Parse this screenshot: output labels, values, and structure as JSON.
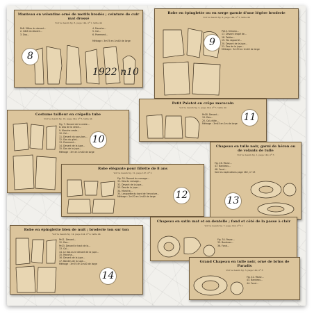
{
  "issue_label": "1922 n10",
  "cards": [
    {
      "number": "8",
      "title": "Manteau en velontine orné de motifs brodés ; ceinture de cuir mat drossé",
      "subtitle": "Voir le dessin fig. 8, page 144, nº 1, taille 44",
      "pieces": [
        "Pe8. Milieu du devant...",
        "2. Côté du devant...",
        "3. Dos...",
        "4. Manche...",
        "5. Col...",
        "6. Parement..."
      ],
      "note": "Métrage : 3m75 en 1m40 de large"
    },
    {
      "number": "9",
      "title": "Robe en épinglette ou en serge garnie d'une légère broderie",
      "subtitle": "Voir le dessin fig. 9, page 144, nº 2, taille 44",
      "pieces": [
        "Pe10. Kimono...",
        "17. Devant drapé de...",
        "18. Tablier...",
        "19. Tas rapporté...",
        "20. Devant de la jupe...",
        "21. Dos de la jupe..."
      ],
      "note": "Métrage : 3m70 en 1m40 de large"
    },
    {
      "number": "11",
      "title": "Petit Paletot en crêpe marocain",
      "subtitle": "Voir le dessin fig. 2, page 144, nº 7, taille 44",
      "pieces": [
        "Pe18. Devant...",
        "19. Dos...",
        "20. Col-châle..."
      ],
      "note": "Métrage : 3m45 en 1m de large"
    },
    {
      "number": "10",
      "title": "Costume tailleur en crêpella tube",
      "subtitle": "Voir le dessin fig. 10, page 144, nº 5, taille 44",
      "pieces": [
        "Fig. 7. Devant de la veste...",
        "8. Dos de la veste...",
        "9. Manche veste...",
        "10. Col...",
        "11. Devant du sous-bas...",
        "12. Dos du gilet...",
        "13. Parement...",
        "14. Devant de la jupe...",
        "15. Dos de la jupe..."
      ],
      "note": "Métrage : 3m en 1m40 de large"
    },
    {
      "number": "12",
      "title": "Robe élégante pour fillette de 8 ans",
      "subtitle": "Voir le dessin fig. 12, page 147, nº 2",
      "pieces": [
        "Fig. 30. Devant du corsage...",
        "31. Dos du corsage...",
        "32. Devant de la jupe...",
        "33. Dos de la jupe...",
        "34. Manche...",
        "35. Languette du bord de l'encolure..."
      ],
      "note": "Métrage : 2m70 en 1m40 de large"
    },
    {
      "number": "13",
      "title": "Chapeau en tulle noir, garni de héron ou de volants de tulle",
      "subtitle": "Voir le dessin fig. 1, page 142, nº 3",
      "pieces": [
        "Fig. 46. Passe...",
        "47. Bandeau...",
        "48. Fond..."
      ],
      "note": "Voir les explications page 162, nº 13"
    },
    {
      "number": "",
      "title": "Chapeau en satin mat et en dentelle ; fond et côté de la passe à clair",
      "subtitle": "Voir le dessin fig. 7, page 142, nº 11",
      "pieces": [
        "Fig. 34. Passe...",
        "35. Bandeau...",
        "36. Fond..."
      ],
      "note": ""
    },
    {
      "number": "",
      "title": "Grand Chapeau en tulle noir, orné de brins de Paradis",
      "subtitle": "Voir le dessin fig. 3, page 142, nº 8",
      "pieces": [
        "Fig. 42. Passe...",
        "43. Bandeau...",
        "44. Fond..."
      ],
      "note": ""
    },
    {
      "number": "14",
      "title": "Robe en épinglette bleu de nuit ; broderie ton sur ton",
      "subtitle": "Voir le dessin fig. 14, page 144, nº 4, taille 44",
      "pieces": [
        "Pe11. Devant...",
        "12. Dos...",
        "Pe23. Devant le haut de la...",
        "13. Col...",
        "14. Le dos ou le devant de la jupe...",
        "15. Manche...",
        "16. Devant de la jupe...",
        "17. Bandes de la jupe..."
      ],
      "note": "Métrage : 3m70 en 1m40 de large"
    }
  ]
}
